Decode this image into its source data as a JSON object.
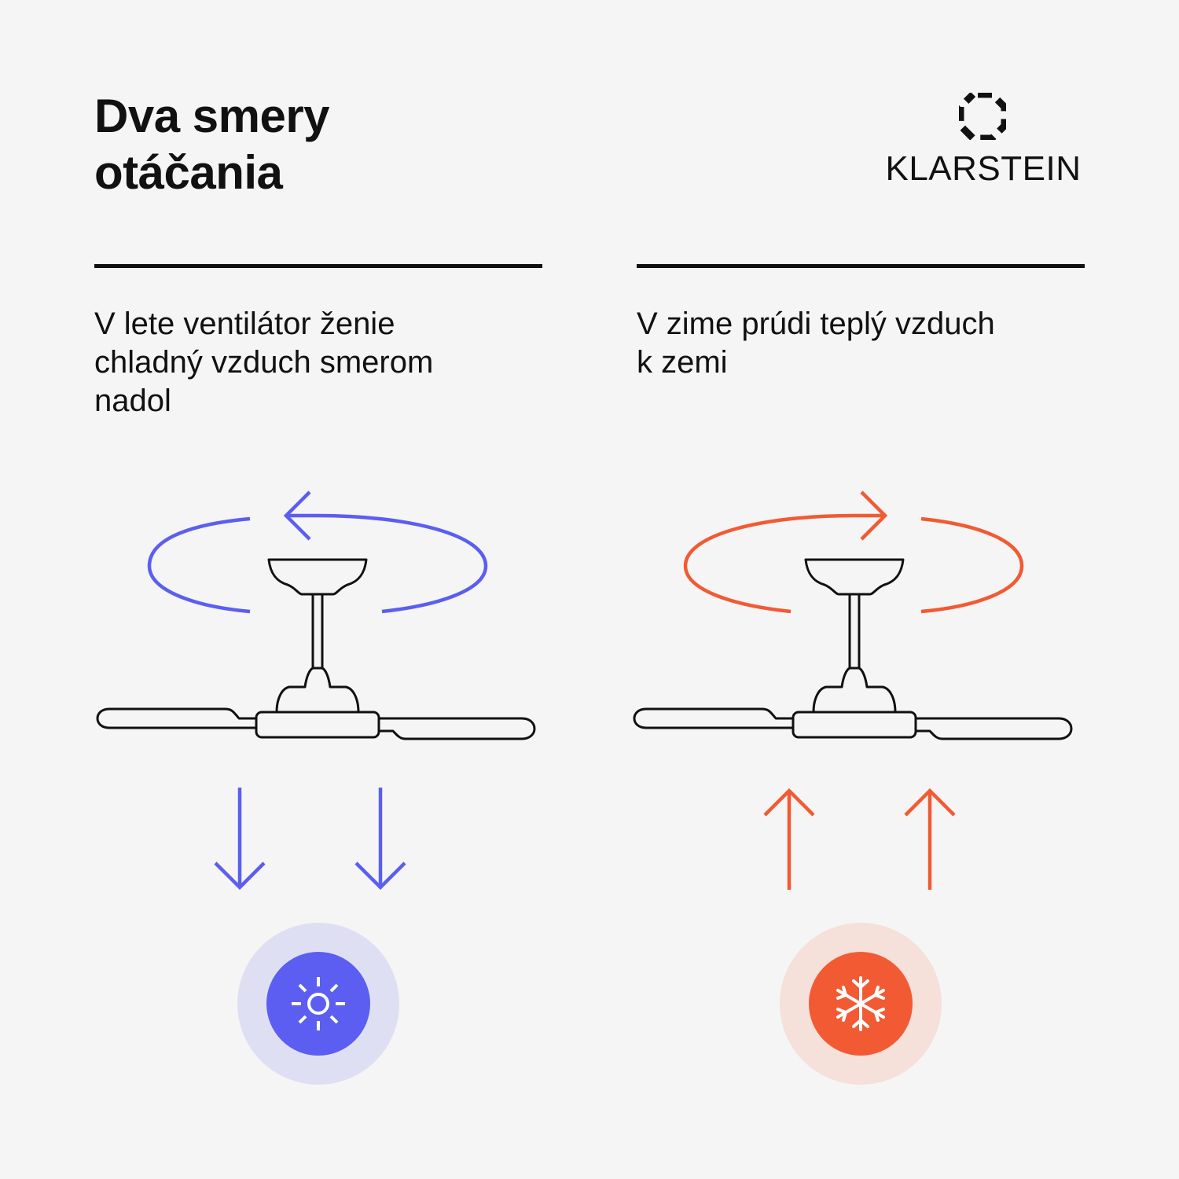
{
  "header": {
    "title": "Dva smery\notáčania"
  },
  "brand": {
    "name": "KLARSTEIN",
    "logo_icon": "klarstein-octagon-icon"
  },
  "summer": {
    "text": "V lete ventilátor ženie\nchladný vzduch smerom\nnadol",
    "rotation": "counter-clockwise",
    "airflow": "down",
    "icon": "sun-icon",
    "color": "#5b5ef0",
    "halo_color": "#dfdff4"
  },
  "winter": {
    "text": "V zime prúdi teplý vzduch\nk zemi",
    "rotation": "clockwise",
    "airflow": "up",
    "icon": "snowflake-icon",
    "color": "#f25a33",
    "halo_color": "#f5e0da"
  }
}
